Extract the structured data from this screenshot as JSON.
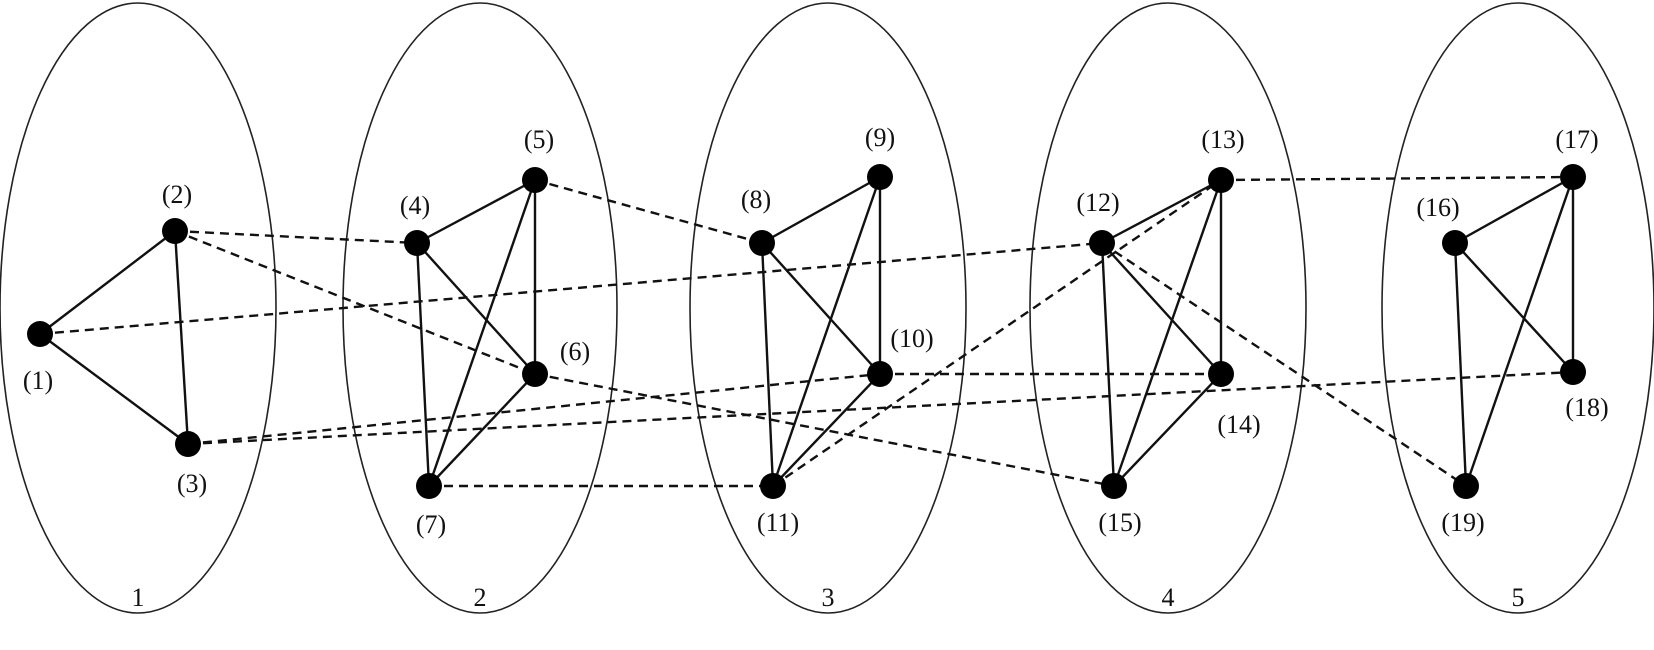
{
  "clusters": [
    {
      "id": 1,
      "label": "1"
    },
    {
      "id": 2,
      "label": "2"
    },
    {
      "id": 3,
      "label": "3"
    },
    {
      "id": 4,
      "label": "4"
    },
    {
      "id": 5,
      "label": "5"
    }
  ],
  "nodes": [
    {
      "id": 1,
      "label": "(1)",
      "cluster": 1
    },
    {
      "id": 2,
      "label": "(2)",
      "cluster": 1
    },
    {
      "id": 3,
      "label": "(3)",
      "cluster": 1
    },
    {
      "id": 4,
      "label": "(4)",
      "cluster": 2
    },
    {
      "id": 5,
      "label": "(5)",
      "cluster": 2
    },
    {
      "id": 6,
      "label": "(6)",
      "cluster": 2
    },
    {
      "id": 7,
      "label": "(7)",
      "cluster": 2
    },
    {
      "id": 8,
      "label": "(8)",
      "cluster": 3
    },
    {
      "id": 9,
      "label": "(9)",
      "cluster": 3
    },
    {
      "id": 10,
      "label": "(10)",
      "cluster": 3
    },
    {
      "id": 11,
      "label": "(11)",
      "cluster": 3
    },
    {
      "id": 12,
      "label": "(12)",
      "cluster": 4
    },
    {
      "id": 13,
      "label": "(13)",
      "cluster": 4
    },
    {
      "id": 14,
      "label": "(14)",
      "cluster": 4
    },
    {
      "id": 15,
      "label": "(15)",
      "cluster": 4
    },
    {
      "id": 16,
      "label": "(16)",
      "cluster": 5
    },
    {
      "id": 17,
      "label": "(17)",
      "cluster": 5
    },
    {
      "id": 18,
      "label": "(18)",
      "cluster": 5
    },
    {
      "id": 19,
      "label": "(19)",
      "cluster": 5
    }
  ],
  "solid_edges": [
    [
      1,
      2
    ],
    [
      1,
      3
    ],
    [
      2,
      3
    ],
    [
      4,
      5
    ],
    [
      4,
      6
    ],
    [
      4,
      7
    ],
    [
      5,
      6
    ],
    [
      5,
      7
    ],
    [
      6,
      7
    ],
    [
      8,
      9
    ],
    [
      8,
      10
    ],
    [
      8,
      11
    ],
    [
      9,
      10
    ],
    [
      9,
      11
    ],
    [
      10,
      11
    ],
    [
      12,
      13
    ],
    [
      12,
      14
    ],
    [
      12,
      15
    ],
    [
      13,
      14
    ],
    [
      13,
      15
    ],
    [
      14,
      15
    ],
    [
      16,
      17
    ],
    [
      16,
      18
    ],
    [
      16,
      19
    ],
    [
      17,
      18
    ],
    [
      17,
      19
    ]
  ],
  "dashed_edges": [
    [
      2,
      4
    ],
    [
      2,
      6
    ],
    [
      1,
      12
    ],
    [
      3,
      10
    ],
    [
      3,
      18
    ],
    [
      5,
      8
    ],
    [
      6,
      15
    ],
    [
      7,
      11
    ],
    [
      11,
      13
    ],
    [
      10,
      14
    ],
    [
      12,
      19
    ],
    [
      13,
      17
    ]
  ]
}
